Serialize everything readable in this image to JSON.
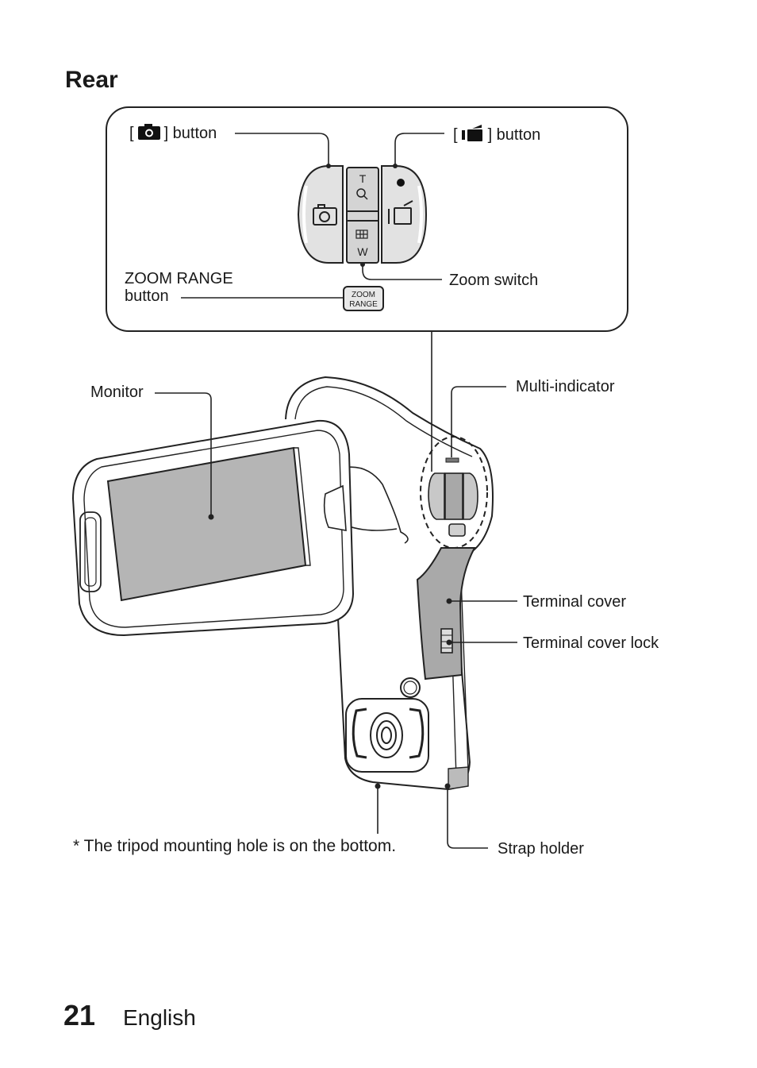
{
  "heading": "Rear",
  "callout": {
    "photo_button": {
      "open": "[",
      "close": "] button",
      "icon": "camera-icon"
    },
    "video_button": {
      "open": "[",
      "close": "] button",
      "icon": "video-camera-icon"
    },
    "zoom_range_button_line1": "ZOOM RANGE",
    "zoom_range_button_line2": "button",
    "zoom_switch": "Zoom switch",
    "zoom_switch_top": "T",
    "zoom_switch_bottom": "W",
    "zoom_range_key_line1": "ZOOM",
    "zoom_range_key_line2": "RANGE"
  },
  "labels": {
    "monitor": "Monitor",
    "multi_indicator": "Multi-indicator",
    "terminal_cover": "Terminal cover",
    "terminal_cover_lock": "Terminal cover lock",
    "strap_holder": "Strap holder"
  },
  "footnote": "* The tripod mounting hole is on the bottom.",
  "footer": {
    "page_number": "21",
    "language": "English"
  }
}
